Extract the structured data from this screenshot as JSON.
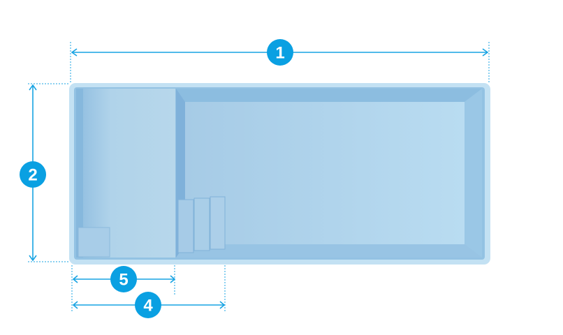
{
  "diagram": {
    "subject": "pool-plan",
    "dimension_labels": {
      "overall_length": "1",
      "overall_width": "2",
      "bench_section_length": "5",
      "steps_section_length": "4"
    },
    "colors": {
      "marker": "#0aa0e2",
      "pool_rim": "#c3e1f3",
      "pool_interior": "#a9d0ea"
    }
  }
}
